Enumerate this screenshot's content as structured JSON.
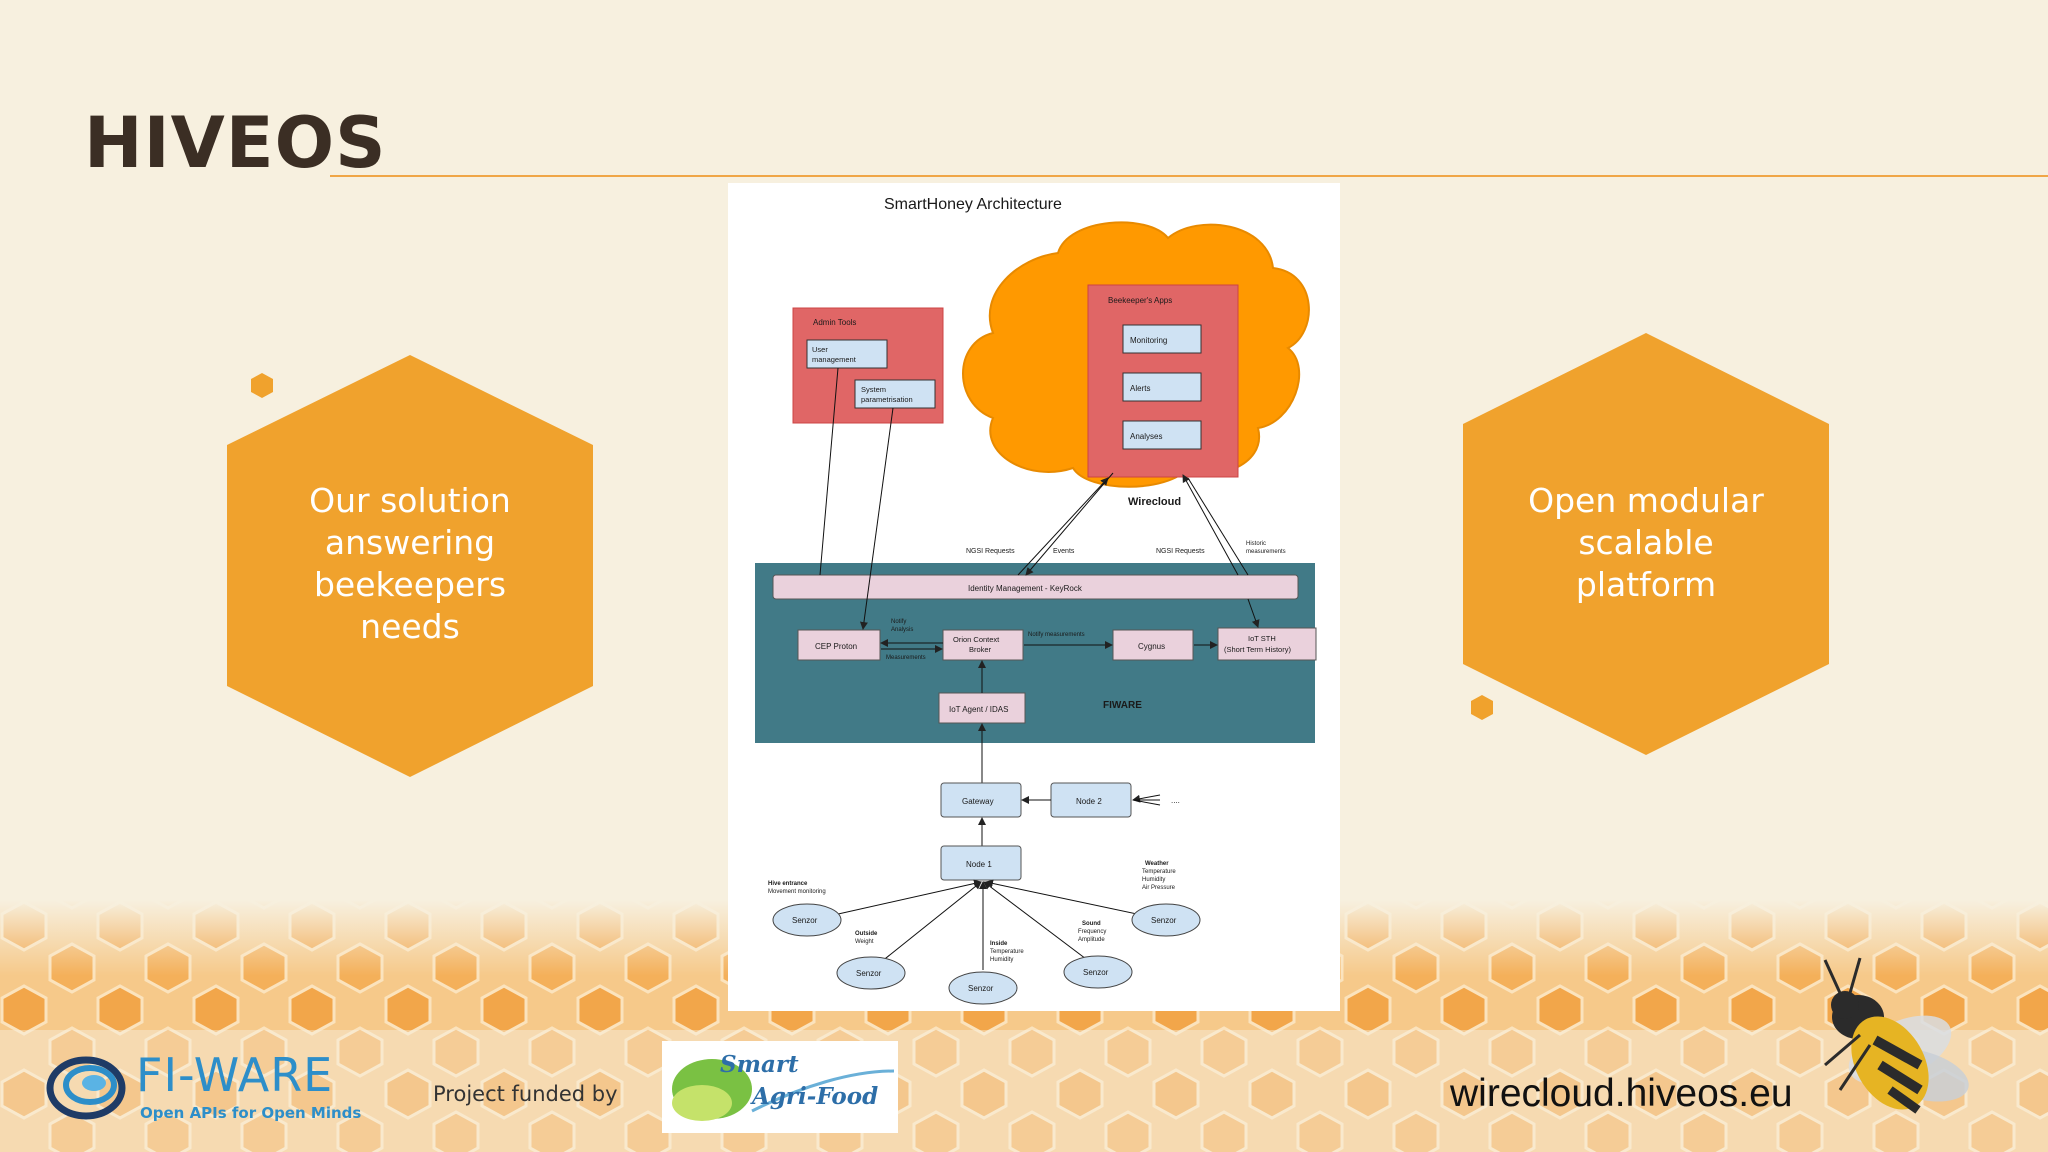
{
  "slide": {
    "title": "HIVEOS",
    "left_hex_text": "Our solution answering beekeepers needs",
    "right_hex_text": "Open modular scalable platform"
  },
  "diagram": {
    "title": "SmartHoney Architecture",
    "admin_tools": "Admin Tools",
    "user_management_1": "User",
    "user_management_2": "management",
    "system_param_1": "System",
    "system_param_2": "parametrisation",
    "beekeepers_apps": "Beekeeper's Apps",
    "monitoring": "Monitoring",
    "alerts": "Alerts",
    "analyses": "Analyses",
    "wirecloud": "Wirecloud",
    "ngsi_requests_left": "NGSI Requests",
    "events": "Events",
    "ngsi_requests_right": "NGSI Requests",
    "historic_measurements_1": "Historic",
    "historic_measurements_2": "measurements",
    "identity_management": "Identity Management - KeyRock",
    "cep_proton": "CEP Proton",
    "orion_1": "Orion Context",
    "orion_2": "Broker",
    "notify_analysis_1": "Notify",
    "notify_analysis_2": "Analysis",
    "measurements": "Measurements",
    "notify_measurements": "Notify measurements",
    "cygnus": "Cygnus",
    "iot_sth_1": "IoT STH",
    "iot_sth_2": "(Short Term History)",
    "iot_agent": "IoT Agent / IDAS",
    "fiware": "FIWARE",
    "gateway": "Gateway",
    "node2": "Node 2",
    "node2_more": "....",
    "node1": "Node 1",
    "hive_entrance_1": "Hive entrance",
    "hive_entrance_2": "Movement monitoring",
    "outside_1": "Outside",
    "outside_2": "Weight",
    "inside_1": "Inside",
    "inside_2": "Temperature",
    "inside_3": "Humidity",
    "sound_1": "Sound",
    "sound_2": "Frequency",
    "sound_3": "Amplitude",
    "weather_1": "Weather",
    "weather_2": "Temperature",
    "weather_3": "Humidity",
    "weather_4": "Air Pressure",
    "senzor": "Senzor"
  },
  "footer": {
    "fiware_logo_text": "FI-WARE",
    "fiware_tagline": "Open APIs for Open Minds",
    "project_funded": "Project funded by",
    "smart_agri_1": "Smart",
    "smart_agri_2": "Agri-Food",
    "url": "wirecloud.hiveos.eu"
  },
  "colors": {
    "hex_orange": "#f0a22d",
    "fiware_teal": "#417a87",
    "admin_red": "#e06666",
    "cloud_orange": "#ff9900",
    "box_blue": "#cfe2f3",
    "idm_pink": "#ead1dc"
  }
}
